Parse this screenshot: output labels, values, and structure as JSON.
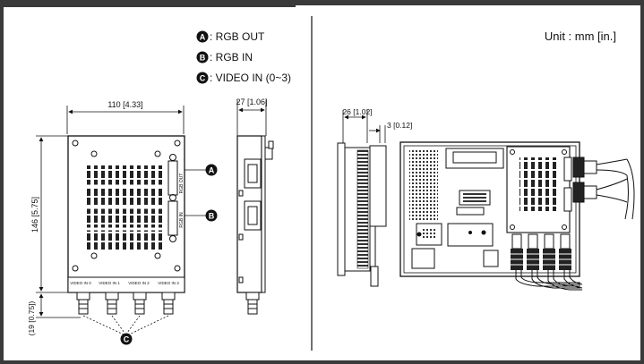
{
  "legend": {
    "a": {
      "badge": "A",
      "text": ": RGB OUT"
    },
    "b": {
      "badge": "B",
      "text": ": RGB IN"
    },
    "c": {
      "badge": "C",
      "text": ": VIDEO IN (0~3)"
    }
  },
  "unit_label": "Unit : mm [in.]",
  "dims": {
    "width": "110 [4.33]",
    "depth": "27 [1.06]",
    "height": "146 [5.75]",
    "connector": "(19 [0.75])",
    "side_depth": "26 [1.02]",
    "side_gap": "3 [0.12]"
  },
  "callouts": {
    "a": "A",
    "b": "B",
    "c": "C"
  },
  "board_labels": {
    "rgb_out": "RGB OUT",
    "rgb_in": "RGB IN",
    "video": [
      "VIDEO IN 0",
      "VIDEO IN 1",
      "VIDEO IN 2",
      "VIDEO IN 3"
    ]
  },
  "colors": {
    "line": "#111111",
    "frame": "#3a3a3a"
  }
}
